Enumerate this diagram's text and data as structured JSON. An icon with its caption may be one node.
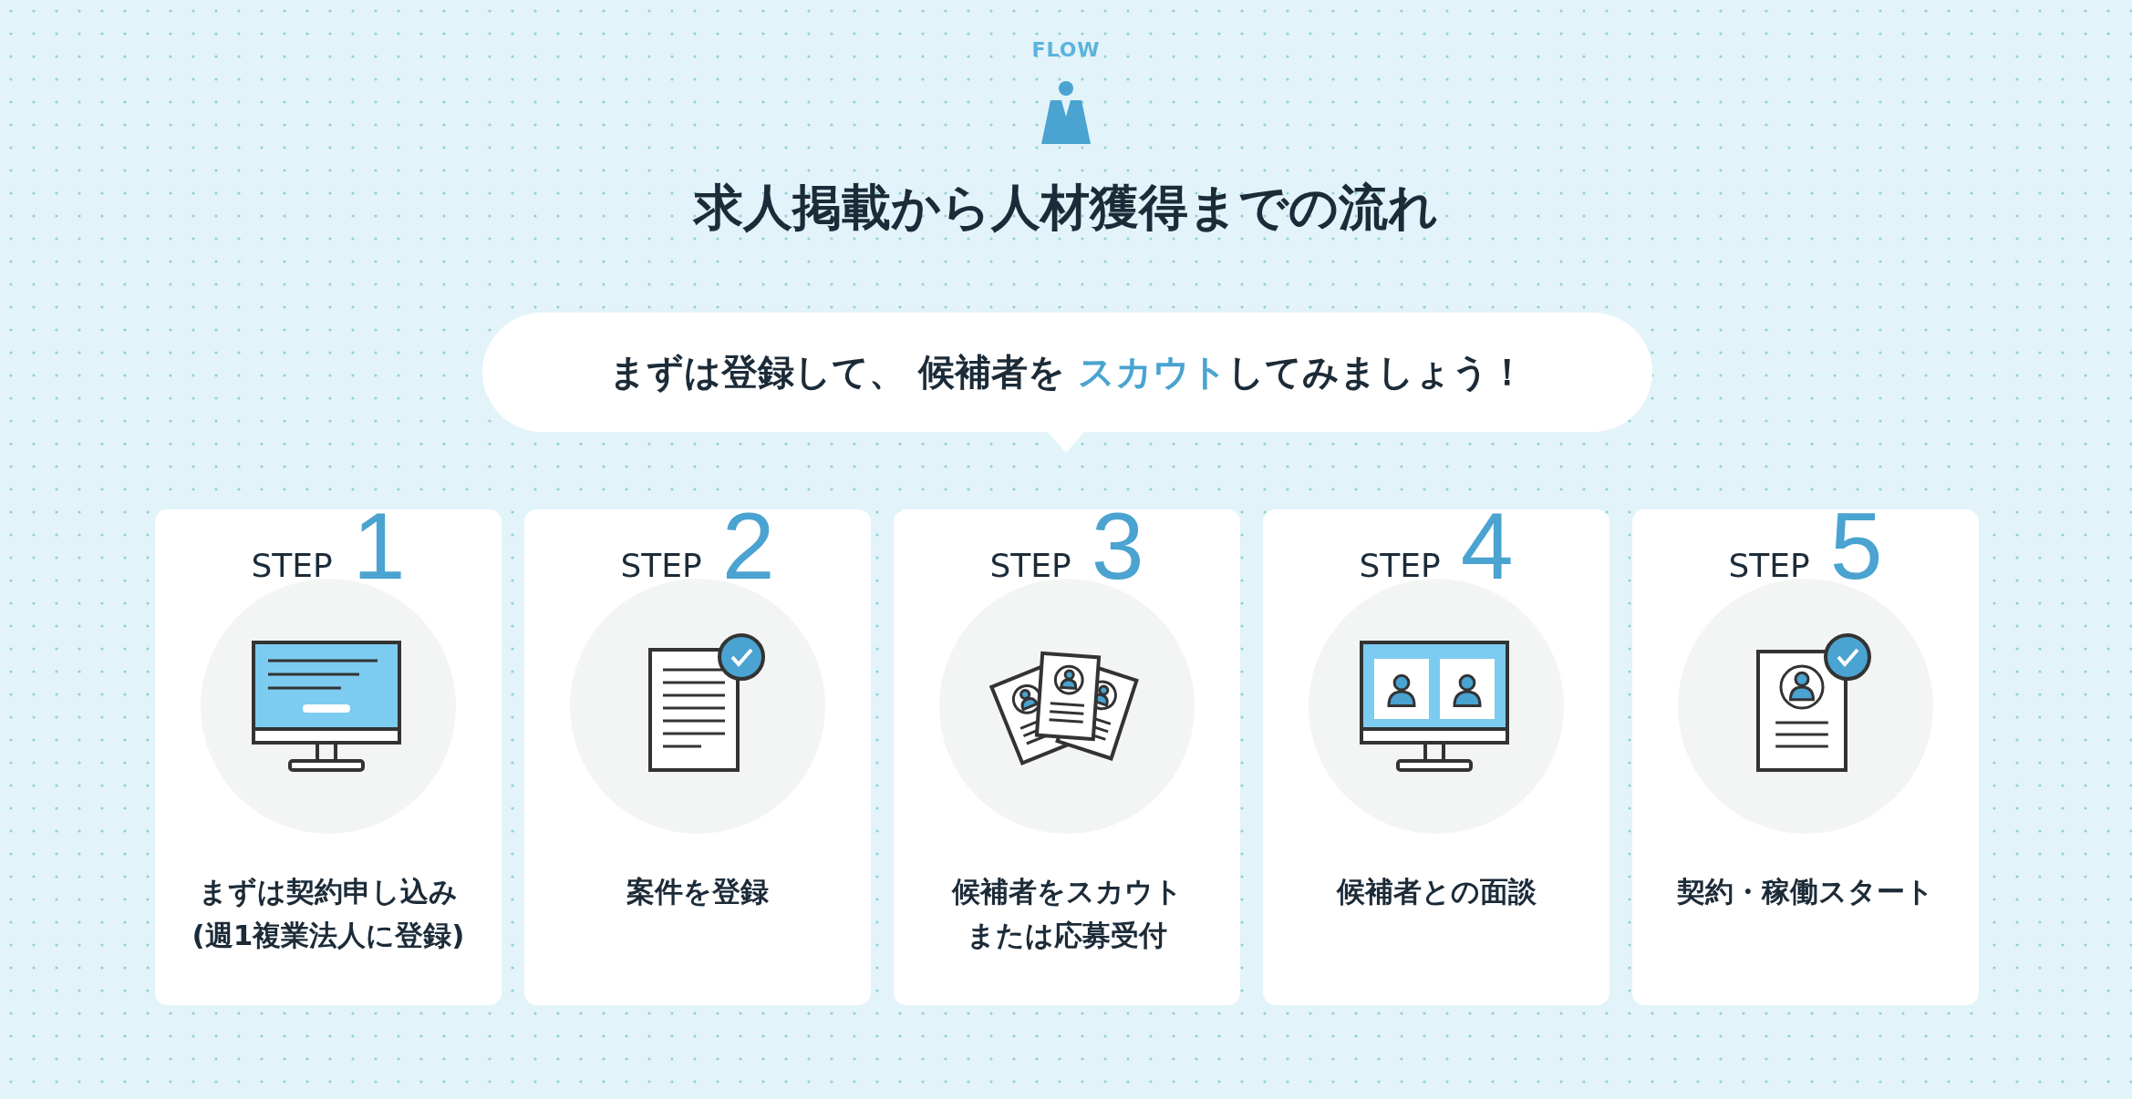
{
  "diagram": {
    "title": "求人掲載から人材獲得までの流れ",
    "nodes": [
      {
        "text": [
          "まずは登録して、 候補者を **スカウト**してみましょう！"
        ]
      },
      {
        "text": [
          "STEP",
          "1",
          "まずは契約申し込み(週1複業法人に登録)"
        ]
      },
      {
        "text": [
          "STEP",
          "2",
          "案件を登録"
        ]
      },
      {
        "text": [
          "STEP",
          "3",
          "候補者をスカウトまたは応募受付"
        ]
      },
      {
        "text": [
          "STEP",
          "4",
          "候補者との面談"
        ]
      },
      {
        "text": [
          "STEP",
          "5",
          "契約・稼働スタート"
        ]
      }
    ],
    "labels": [
      "FLOW"
    ]
  }
}
